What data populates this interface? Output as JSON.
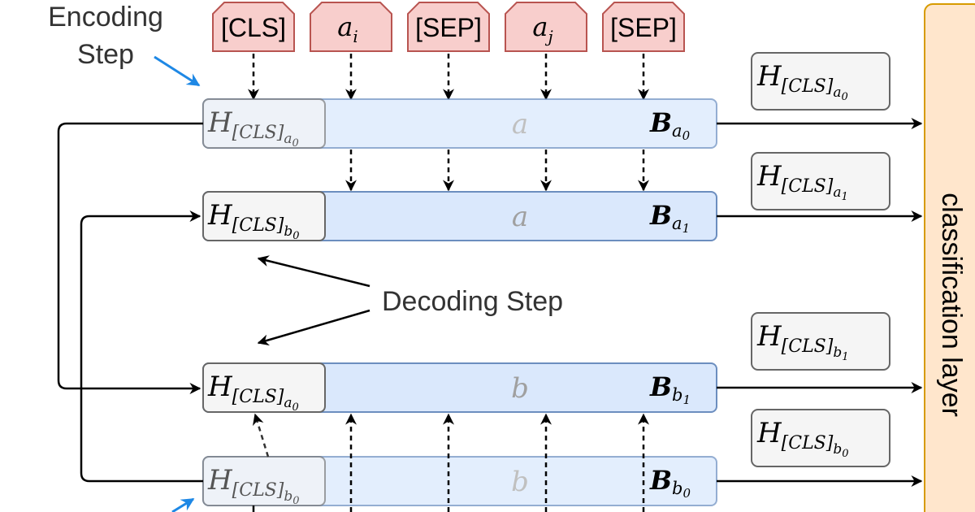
{
  "labels": {
    "encoding_step_line1": "Encoding",
    "encoding_step_line2": "Step",
    "decoding_step": "Decoding Step",
    "classification_layer": "classification layer"
  },
  "input_tokens": [
    {
      "text": "[CLS]",
      "math": false
    },
    {
      "math": true,
      "base": "a",
      "sub": "i"
    },
    {
      "text": "[SEP]",
      "math": false
    },
    {
      "math": true,
      "base": "a",
      "sub": "j"
    },
    {
      "text": "[SEP]",
      "math": false
    }
  ],
  "rows": [
    {
      "cls_sub": "a",
      "cls_sub2": "0",
      "letter": "a",
      "letter_faded": true,
      "cls_faded": true,
      "b_base": "B",
      "b_sub": "a",
      "b_sub2": "0"
    },
    {
      "cls_sub": "b",
      "cls_sub2": "0",
      "letter": "a",
      "letter_faded": false,
      "cls_faded": false,
      "b_base": "B",
      "b_sub": "a",
      "b_sub2": "1"
    },
    {
      "cls_sub": "a",
      "cls_sub2": "0",
      "letter": "b",
      "letter_faded": false,
      "cls_faded": false,
      "b_base": "B",
      "b_sub": "b",
      "b_sub2": "1"
    },
    {
      "cls_sub": "b",
      "cls_sub2": "0",
      "letter": "b",
      "letter_faded": true,
      "cls_faded": true,
      "b_base": "B",
      "b_sub": "b",
      "b_sub2": "0"
    }
  ],
  "outputs": [
    {
      "sub": "a",
      "sub2": "0"
    },
    {
      "sub": "a",
      "sub2": "1"
    },
    {
      "sub": "b",
      "sub2": "1"
    },
    {
      "sub": "b",
      "sub2": "0"
    }
  ],
  "cls_text": "[CLS]",
  "cls_base": "H",
  "colors": {
    "token_fill": "#f8cecc",
    "token_stroke": "#b85450",
    "row_fill": "#dae8fc",
    "row_stroke": "#6c8ebf",
    "cls_fill": "#f5f5f5",
    "cls_stroke": "#666666",
    "class_fill": "#ffe6cc",
    "class_stroke": "#d79b00",
    "blue_arrow": "#1e88e5",
    "faded_text": "#a0a0a0"
  }
}
